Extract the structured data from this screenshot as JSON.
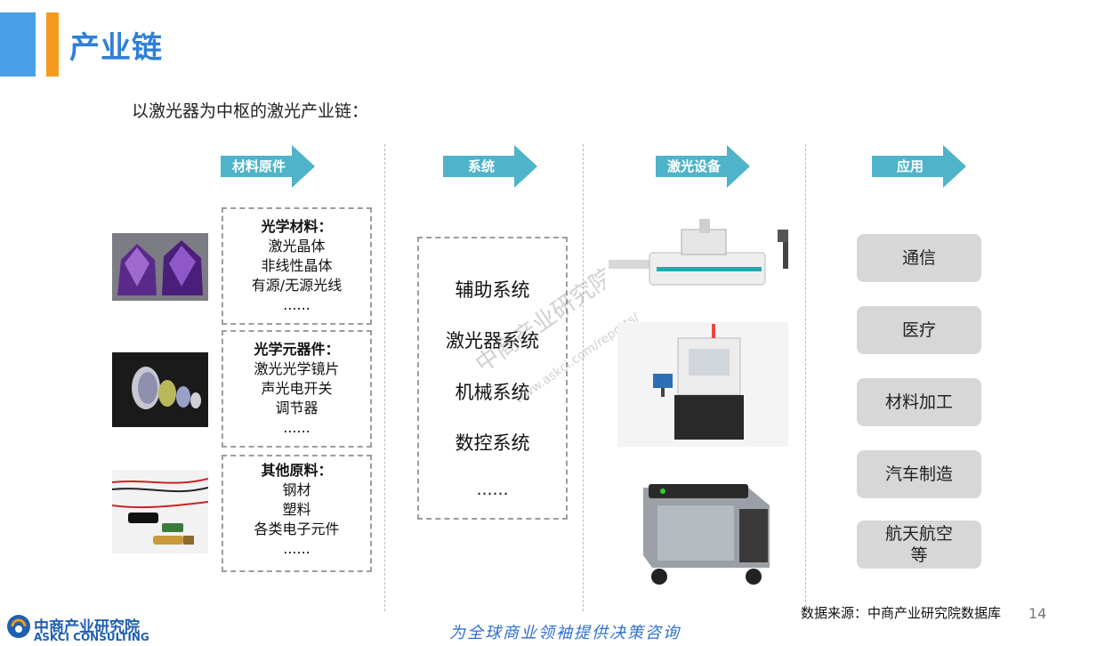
{
  "title": "产业链",
  "subtitle": "以激光器为中枢的激光产业链：",
  "stages": [
    {
      "label": "材料原件"
    },
    {
      "label": "系统"
    },
    {
      "label": "激光设备"
    },
    {
      "label": "应用"
    }
  ],
  "materials": [
    {
      "header": "光学材料：",
      "items": [
        "激光晶体",
        "非线性晶体",
        "有源/无源光线",
        "......"
      ]
    },
    {
      "header": "光学元器件：",
      "items": [
        "激光光学镜片",
        "声光电开关",
        "调节器",
        "......"
      ]
    },
    {
      "header": "其他原料：",
      "items": [
        "钢材",
        "塑料",
        "各类电子元件",
        "......"
      ]
    }
  ],
  "systems": [
    "辅助系统",
    "激光器系统",
    "机械系统",
    "数控系统",
    "……"
  ],
  "applications": [
    "通信",
    "医疗",
    "材料加工",
    "汽车制造",
    "航天航空\n等"
  ],
  "watermark": {
    "line1": "中商产业研究院",
    "line2": "www.askci.com/reports/"
  },
  "source": "数据来源：中商产业研究院数据库",
  "page_number": "14",
  "slogan": "为全球商业领袖提供决策咨询",
  "logo": {
    "cn": "中商产业研究院",
    "en": "ASKCI CONSULTING"
  },
  "colors": {
    "accent_blue": "#4a9fe6",
    "accent_orange": "#f39a1e",
    "arrow": "#4fb3c9",
    "app_box": "#d7d7d7"
  }
}
